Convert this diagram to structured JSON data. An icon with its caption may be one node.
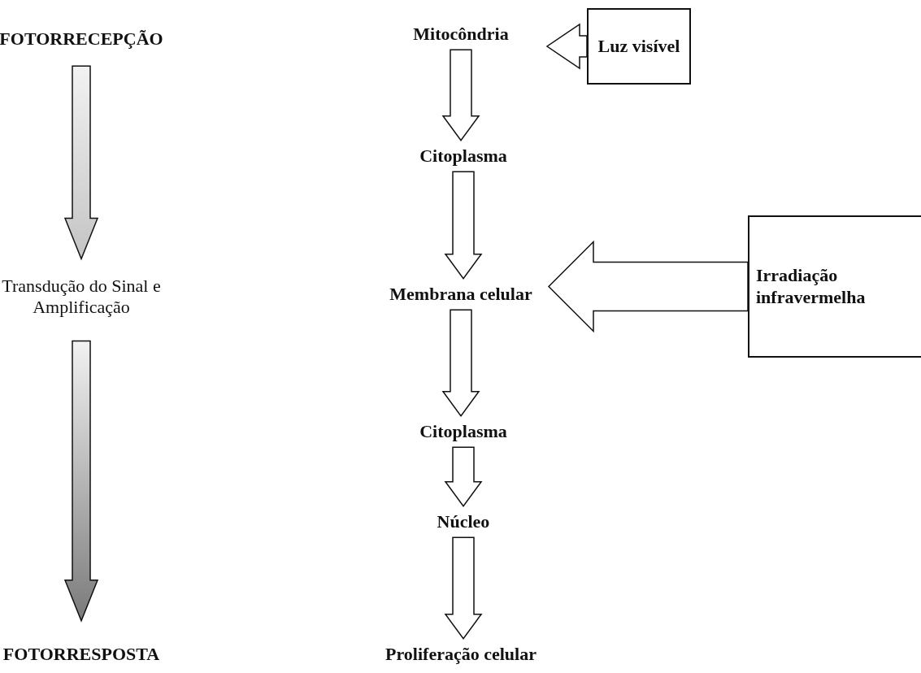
{
  "diagram": {
    "nodes": [
      {
        "text": [
          "FOTORRECEPÇÃO"
        ]
      },
      {
        "text": [
          "Transdução do Sinal e Amplificação"
        ]
      },
      {
        "text": [
          "FOTORRESPOSTA"
        ]
      },
      {
        "text": [
          "Mitocôndria"
        ]
      },
      {
        "text": [
          "Citoplasma"
        ]
      },
      {
        "text": [
          "Membrana celular"
        ]
      },
      {
        "text": [
          "Citoplasma"
        ]
      },
      {
        "text": [
          "Núcleo"
        ]
      },
      {
        "text": [
          "Proliferação celular"
        ]
      },
      {
        "text": [
          "Luz visível"
        ]
      },
      {
        "text": [
          "Irradiação infravermelha"
        ]
      }
    ],
    "edges": [
      {
        "from": 0,
        "to": 1,
        "arrow": "to",
        "color": "#c4c4c4"
      },
      {
        "from": 1,
        "to": 2,
        "arrow": "to",
        "color": "#7a7a7a"
      },
      {
        "from": 3,
        "to": 4,
        "arrow": "to"
      },
      {
        "from": 4,
        "to": 5,
        "arrow": "to"
      },
      {
        "from": 5,
        "to": 6,
        "arrow": "to"
      },
      {
        "from": 6,
        "to": 7,
        "arrow": "to"
      },
      {
        "from": 7,
        "to": 8,
        "arrow": "to"
      },
      {
        "from": 9,
        "to": 3,
        "arrow": "to"
      },
      {
        "from": 10,
        "to": 5,
        "arrow": "to"
      }
    ]
  }
}
